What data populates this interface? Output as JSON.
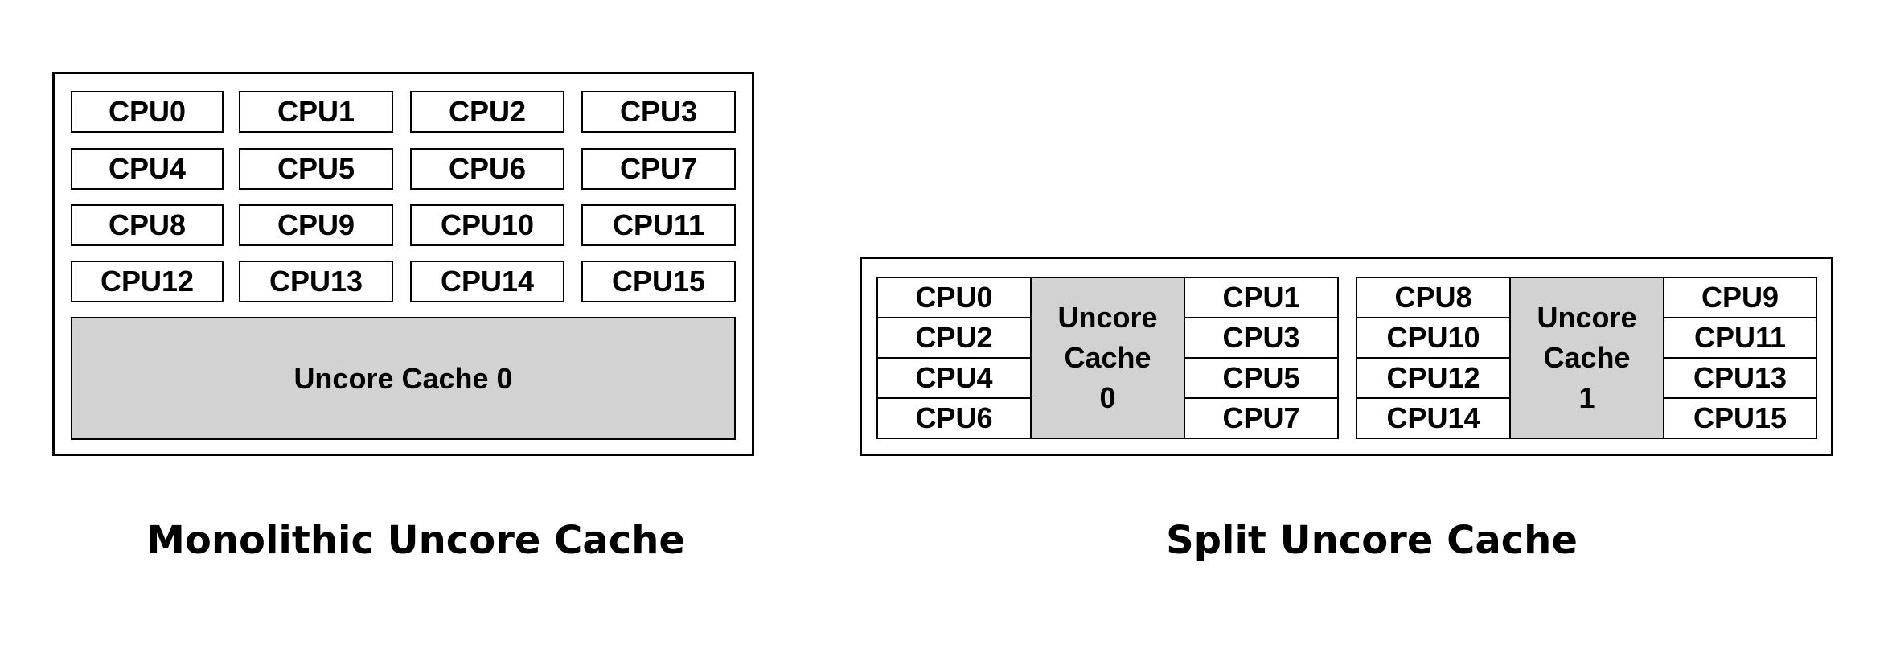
{
  "monolithic": {
    "caption": "Monolithic Uncore Cache",
    "cpus": [
      [
        "CPU0",
        "CPU1",
        "CPU2",
        "CPU3"
      ],
      [
        "CPU4",
        "CPU5",
        "CPU6",
        "CPU7"
      ],
      [
        "CPU8",
        "CPU9",
        "CPU10",
        "CPU11"
      ],
      [
        "CPU12",
        "CPU13",
        "CPU14",
        "CPU15"
      ]
    ],
    "cache_label": "Uncore Cache 0"
  },
  "split": {
    "caption": "Split Uncore Cache",
    "cluster_0": {
      "left_cpus": [
        "CPU0",
        "CPU2",
        "CPU4",
        "CPU6"
      ],
      "right_cpus": [
        "CPU1",
        "CPU3",
        "CPU5",
        "CPU7"
      ],
      "cache_lines": [
        "Uncore",
        "Cache",
        "0"
      ]
    },
    "cluster_1": {
      "left_cpus": [
        "CPU8",
        "CPU10",
        "CPU12",
        "CPU14"
      ],
      "right_cpus": [
        "CPU9",
        "CPU11",
        "CPU13",
        "CPU15"
      ],
      "cache_lines": [
        "Uncore",
        "Cache",
        "1"
      ]
    }
  },
  "colors": {
    "cache_fill": "#d2d2d2",
    "border": "#000000",
    "background": "#ffffff"
  }
}
